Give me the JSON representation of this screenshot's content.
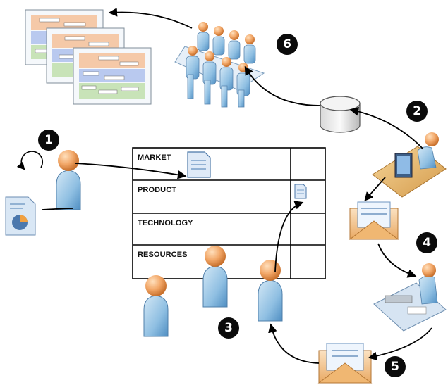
{
  "lanes": [
    "MARKET",
    "PRODUCT",
    "TECHNOLOGY",
    "RESOURCES"
  ],
  "steps": [
    "1",
    "2",
    "3",
    "4",
    "5",
    "6"
  ]
}
